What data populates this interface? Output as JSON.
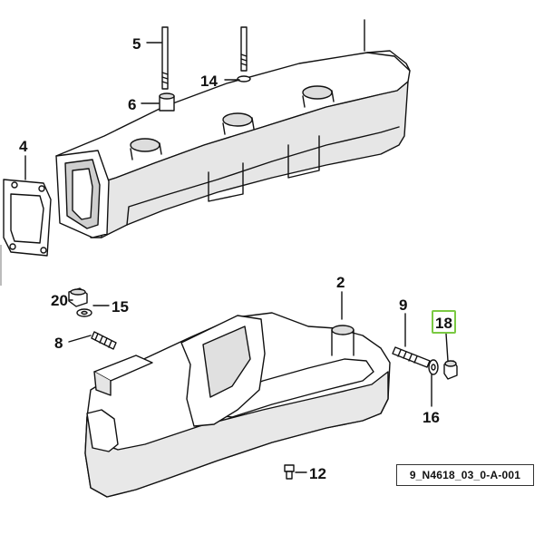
{
  "callouts": {
    "c2": "2",
    "c4": "4",
    "c5": "5",
    "c6": "6",
    "c8": "8",
    "c9": "9",
    "c12": "12",
    "c14": "14",
    "c15": "15",
    "c16": "16",
    "c18": "18",
    "c20": "20"
  },
  "reference_code": "9_N4618_03_0-A-001",
  "colors": {
    "line": "#111111",
    "highlight": "#7ac943",
    "shade": "#d9d9d9"
  }
}
